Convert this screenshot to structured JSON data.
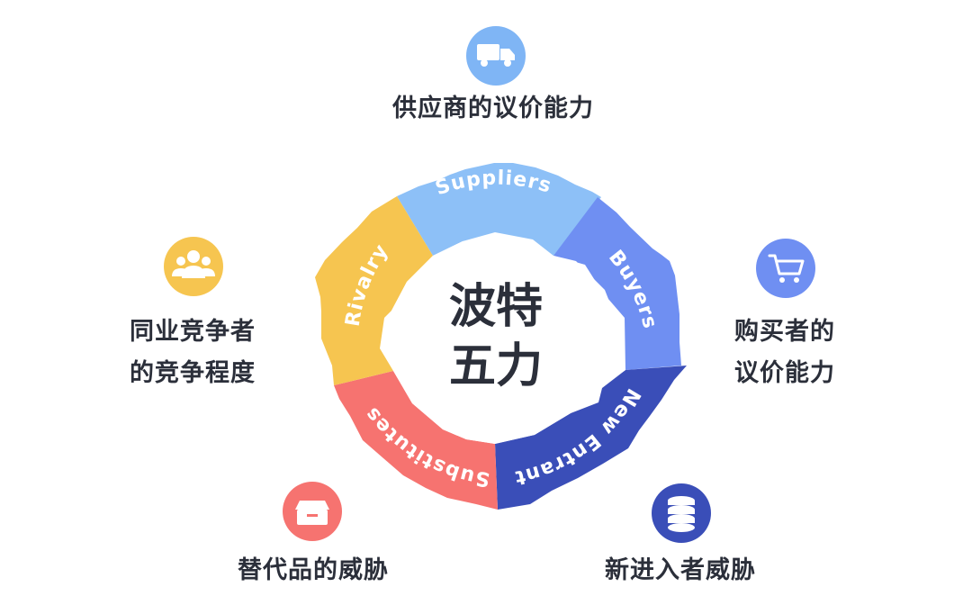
{
  "center": {
    "line1": "波特",
    "line2": "五力"
  },
  "segments": [
    {
      "key": "suppliers",
      "text": "Suppliers",
      "color": "#8dc0f7"
    },
    {
      "key": "buyers",
      "text": "Buyers",
      "color": "#6f8ff2"
    },
    {
      "key": "entrants",
      "text": "New Entrants",
      "color": "#3a4eb8"
    },
    {
      "key": "substitutes",
      "text": "Substitutes",
      "color": "#f67370"
    },
    {
      "key": "rivalry",
      "text": "Rivalry",
      "color": "#f6c550"
    }
  ],
  "forces": [
    {
      "key": "suppliers",
      "lines": [
        "供应商的议价能力"
      ],
      "icon": "truck-icon",
      "icon_color": "#7fb5f5"
    },
    {
      "key": "buyers",
      "lines": [
        "购买者的",
        "议价能力"
      ],
      "icon": "shopping-cart-icon",
      "icon_color": "#6f8ff2"
    },
    {
      "key": "entrants",
      "lines": [
        "新进入者威胁"
      ],
      "icon": "coin-stack-icon",
      "icon_color": "#3a4eb8"
    },
    {
      "key": "substitutes",
      "lines": [
        "替代品的威胁"
      ],
      "icon": "box-icon",
      "icon_color": "#f67370"
    },
    {
      "key": "rivalry",
      "lines": [
        "同业竞争者",
        "的竞争程度"
      ],
      "icon": "users-icon",
      "icon_color": "#f6c550"
    }
  ]
}
